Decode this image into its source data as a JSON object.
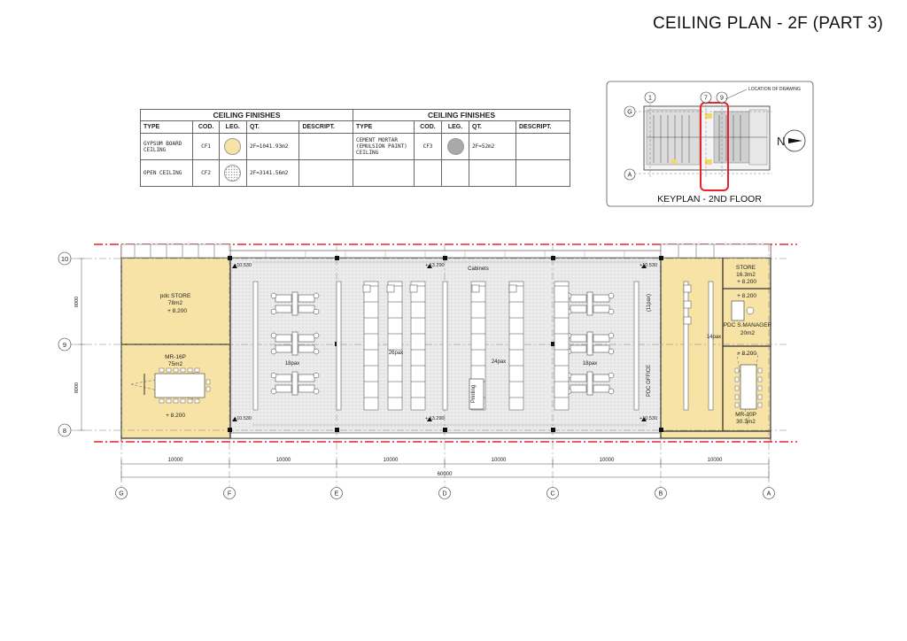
{
  "page": {
    "title": "CEILING PLAN  - 2F  (PART 3)"
  },
  "finishes_table": {
    "header": "CEILING FINISHES",
    "columns": [
      "TYPE",
      "COD.",
      "LEG.",
      "QT.",
      "DESCRIPT."
    ],
    "rows_left": [
      {
        "type": "GYPSUM BOARD CEILING",
        "code": "CF1",
        "color": "#f7e3a6",
        "qty": "2F=1041.93m2",
        "desc": ""
      },
      {
        "type": "OPEN CEILING",
        "code": "CF2",
        "color": "#ffffff",
        "qty": "2F=3141.56m2",
        "desc": ""
      }
    ],
    "rows_right": [
      {
        "type": "CEMENT MORTAR (EMULSION PAINT) CEILING",
        "code": "CF3",
        "color": "#a9a9a9",
        "qty": "2F=52m2",
        "desc": ""
      }
    ]
  },
  "keyplan": {
    "caption": "KEYPLAN - 2ND FLOOR",
    "location_label": "LOCATION OF DRAWING",
    "grid_labels": [
      "1",
      "7",
      "9",
      "G",
      "A"
    ],
    "north_label": "N",
    "highlight_color": "#e8242b"
  },
  "plan": {
    "row_grids": [
      "10",
      "9",
      "8"
    ],
    "col_grids": [
      "G",
      "F",
      "E",
      "D",
      "C",
      "B",
      "A"
    ],
    "row_spacings": [
      "8000",
      "8000"
    ],
    "col_spacings": [
      "10000",
      "10000",
      "10000",
      "10000",
      "10000",
      "10000"
    ],
    "total_length": "60000",
    "rooms": [
      {
        "name": "pdc STORE",
        "area": "78m2",
        "level": "+ 8.200"
      },
      {
        "name": "MR-16P",
        "area": "75m2",
        "level": "+ 8.200"
      },
      {
        "name": "STORE",
        "area": "16.3m2",
        "level": "+ 8.200"
      },
      {
        "name": "PDC S.MANAGER",
        "area": "20m2",
        "level": "+ 8.200"
      },
      {
        "name": "MR-10P",
        "area": "30.3m2",
        "level": "+ 8.200"
      }
    ],
    "levels": [
      "+10.530",
      "+ 13.290",
      "+10.530",
      "+10.530",
      "+ 13.290",
      "+10.530"
    ],
    "labels": {
      "cabinets": "Cabinets",
      "pax18a": "18pax",
      "pax26": "26pax",
      "pax24": "24pax",
      "pax18b": "18pax",
      "pax14": "14pax",
      "pax11": "(11pax)",
      "printing": "Printing",
      "pdc_office": "PDC OFFICE"
    },
    "colors": {
      "gypsum": "#f7e3a6",
      "open": "#e9e9e9",
      "boundary": "#e8242b"
    }
  }
}
